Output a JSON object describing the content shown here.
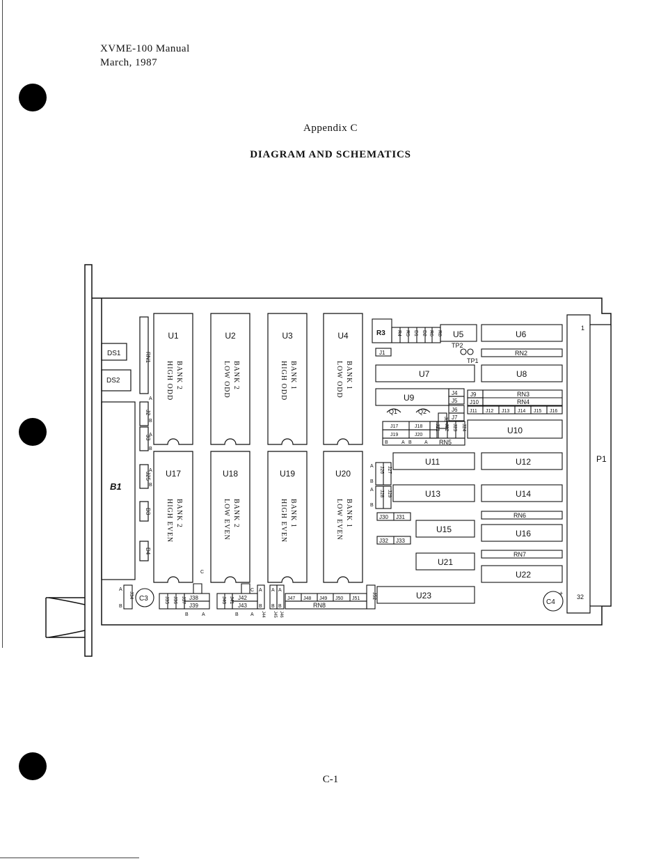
{
  "header": {
    "manual": "XVME-100 Manual",
    "date": "March, 1987"
  },
  "appendix": "Appendix C",
  "section_title": "DIAGRAM AND SCHEMATICS",
  "page_number": "C-1",
  "board": {
    "left_components": {
      "ds1": "DS1",
      "ds2": "DS2",
      "b1": "B1",
      "rn1": "RN1",
      "j2": "J2",
      "j3": "J3",
      "j25": "J25",
      "d3": "D3",
      "d4": "D4",
      "a": "A",
      "b": "B"
    },
    "memory_chips": [
      {
        "id": "U1",
        "l1": "BANK 2",
        "l2": "HIGH ODD"
      },
      {
        "id": "U2",
        "l1": "BANK 2",
        "l2": "LOW ODD"
      },
      {
        "id": "U3",
        "l1": "BANK 1",
        "l2": "HIGH ODD"
      },
      {
        "id": "U4",
        "l1": "BANK 1",
        "l2": "LOW ODD"
      },
      {
        "id": "U17",
        "l1": "BANK 2",
        "l2": "HIGH EVEN"
      },
      {
        "id": "U18",
        "l1": "BANK 2",
        "l2": "LOW EVEN"
      },
      {
        "id": "U19",
        "l1": "BANK 1",
        "l2": "HIGH EVEN"
      },
      {
        "id": "U20",
        "l1": "BANK 1",
        "l2": "LOW EVEN"
      }
    ],
    "top_right": {
      "r3": "R3",
      "resistors": [
        "R4",
        "R5",
        "D1",
        "D2",
        "R6",
        "R8"
      ],
      "u5": "U5",
      "u6": "U6",
      "tp1": "TP1",
      "tp2": "TP2",
      "j1": "J1",
      "rn2": "RN2",
      "u7": "U7",
      "u8": "U8",
      "u9": "U9",
      "j4": "J4",
      "j5": "J5",
      "j6": "J6",
      "j7": "J7",
      "j8": "J8",
      "j9": "J9",
      "j10": "J10",
      "rn3": "RN3",
      "rn4": "RN4",
      "j11_16": [
        "J11",
        "J12",
        "J13",
        "J14",
        "J15",
        "J16"
      ],
      "q1": "Q1",
      "q2": "Q2",
      "j17": "J17",
      "j18": "J18",
      "j19": "J19",
      "j20": "J20",
      "j21_24": [
        "J21",
        "J22",
        "J23",
        "J24"
      ],
      "rn5": "RN5",
      "u10": "U10"
    },
    "middle_right": {
      "u11": "U11",
      "u12": "U12",
      "u13": "U13",
      "u14": "U14",
      "j26": "J26",
      "j27": "J27",
      "j28": "J28",
      "j29": "J29",
      "j30": "J30",
      "j31": "J31",
      "j32": "J32",
      "j33": "J33",
      "u15": "U15",
      "rn6": "RN6",
      "u16": "U16",
      "rn7": "RN7",
      "u21": "U21",
      "u22": "U22",
      "u23": "U23",
      "c4": "C4",
      "plus": "+"
    },
    "bottom_row": {
      "j34": "J34",
      "c3": "C3",
      "j35_37": [
        "J35",
        "J36",
        "J37"
      ],
      "j38": "J38",
      "j39": "J39",
      "j40": "J40",
      "j41": "J41",
      "j42": "J42",
      "j43": "J43",
      "j44": "J44",
      "j45": "J45",
      "j46": "J46",
      "c": "C",
      "j47_51": [
        "J47",
        "J48",
        "J49",
        "J50",
        "J51"
      ],
      "j52": "J52",
      "rn8": "RN8"
    },
    "connector": {
      "p1": "P1",
      "pin_top": "1",
      "pin_bottom": "32"
    }
  }
}
